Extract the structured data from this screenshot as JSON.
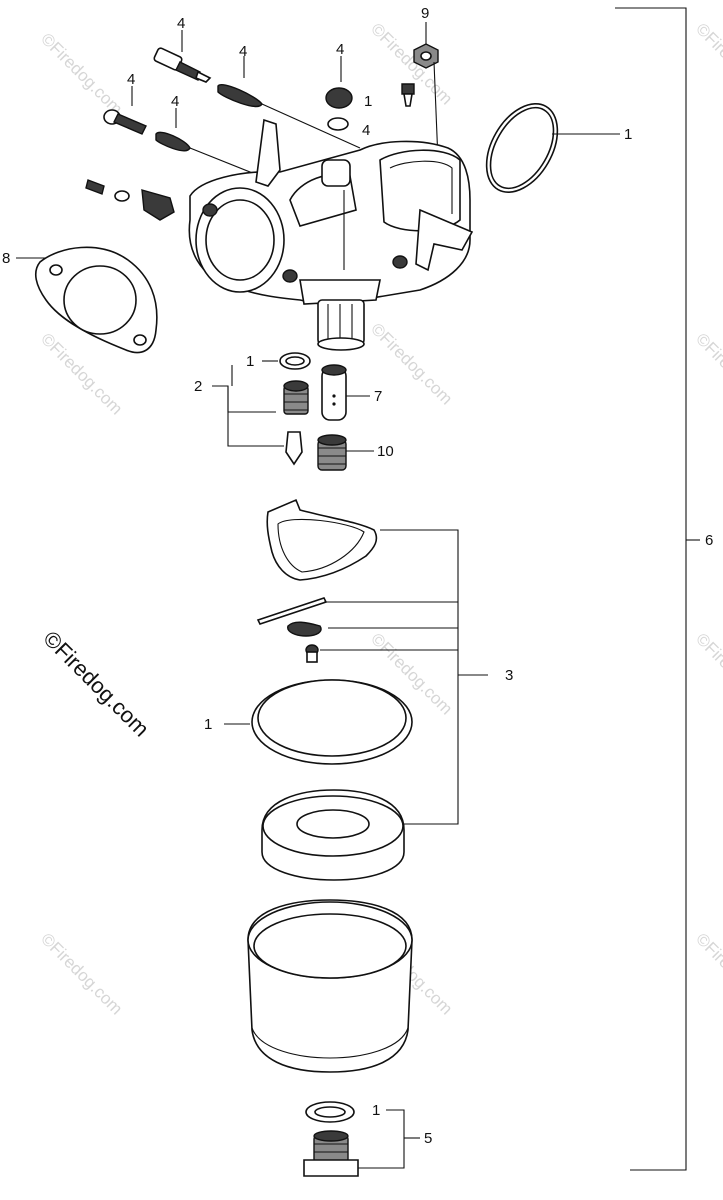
{
  "diagram": {
    "callouts": {
      "c4a": "4",
      "c4b": "4",
      "c4c": "4",
      "c4d": "4",
      "c4e": "4",
      "c4f": "4",
      "c9": "9",
      "c1a": "1",
      "c1b": "1",
      "c8": "8",
      "c1c": "1",
      "c2": "2",
      "c7": "7",
      "c10": "10",
      "c6": "6",
      "c3": "3",
      "c1d": "1",
      "c1e": "1",
      "c5": "5"
    },
    "watermark": {
      "text": "©Firedog.com",
      "main_text": "©Firedog.com"
    }
  }
}
